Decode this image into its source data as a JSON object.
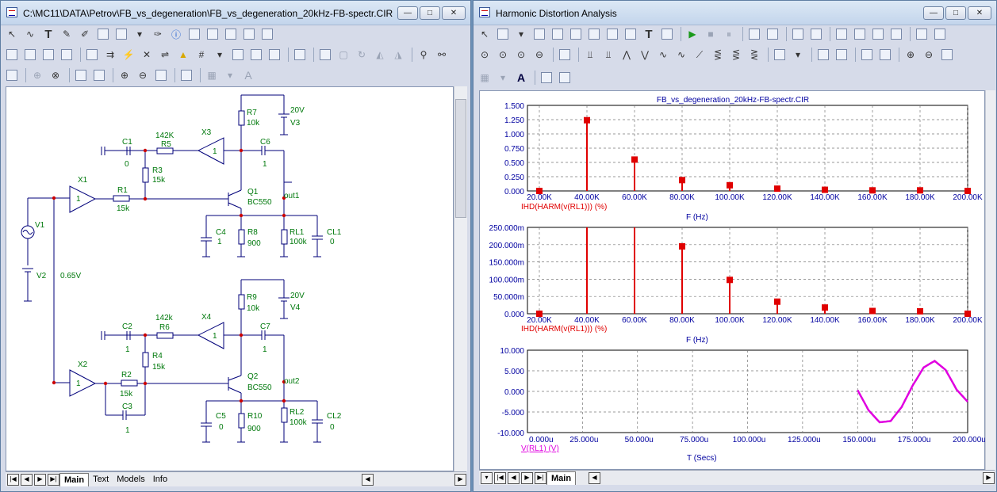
{
  "left_window": {
    "title": "C:\\MC11\\DATA\\Petrov\\FB_vs_degeneration\\FB_vs_degeneration_20kHz-FB-spectr.CIR",
    "tabs": [
      "Main",
      "Text",
      "Models",
      "Info"
    ],
    "active_tab": "Main"
  },
  "right_window": {
    "title": "Harmonic Distortion Analysis",
    "tabs": [
      "Main"
    ],
    "active_tab": "Main"
  },
  "window_buttons": {
    "minimize": "—",
    "maximize": "□",
    "close": "✕"
  },
  "schematic": {
    "top": {
      "C1": "C1",
      "C1v": "0",
      "R5": "R5",
      "R5v": "142K",
      "X3": "X3",
      "R7": "R7",
      "R7v": "10k",
      "V3": "V3",
      "V3v": "20V",
      "C6": "C6",
      "C6v": "1",
      "R3": "R3",
      "R3v": "15k",
      "X1": "X1",
      "X1g": "1",
      "R1": "R1",
      "R1v": "15k",
      "Q1": "Q1",
      "Q1v": "BC550",
      "out": "out1",
      "C4": "C4",
      "C4v": "1",
      "R8": "R8",
      "R8v": "900",
      "RL1": "RL1",
      "RL1v": "100k",
      "CL1": "CL1",
      "CL1v": "0",
      "X3g": "1"
    },
    "bottom": {
      "C2": "C2",
      "C2v": "1",
      "R6": "R6",
      "R6v": "142k",
      "X4": "X4",
      "X4g": "1",
      "R9": "R9",
      "R9v": "10k",
      "V4": "V4",
      "V4v": "20V",
      "C7": "C7",
      "C7v": "1",
      "R4": "R4",
      "R4v": "15k",
      "X2": "X2",
      "X2g": "1",
      "R2": "R2",
      "R2v": "15k",
      "C3": "C3",
      "C3v": "1",
      "Q2": "Q2",
      "Q2v": "BC550",
      "out": "out2",
      "C5": "C5",
      "C5v": "0",
      "R10": "R10",
      "R10v": "900",
      "RL2": "RL2",
      "RL2v": "100k",
      "CL2": "CL2",
      "CL2v": "0"
    },
    "V1": "V1",
    "V2": "V2",
    "bias": "0.65V"
  },
  "plots": {
    "title": "FB_vs_degeneration_20kHz-FB-spectr.CIR",
    "colors": {
      "harmonic": "#e00000",
      "sine": "#e000e0",
      "axis_text": "#0000a0"
    }
  },
  "chart_data": [
    {
      "type": "bar",
      "categories": [
        "20.00K",
        "40.00K",
        "60.00K",
        "80.00K",
        "100.00K",
        "120.00K",
        "140.00K",
        "160.00K",
        "180.00K",
        "200.00K"
      ],
      "x": [
        20,
        40,
        60,
        80,
        100,
        120,
        140,
        160,
        180,
        200
      ],
      "values": [
        0.0,
        1.24,
        0.55,
        0.19,
        0.1,
        0.04,
        0.02,
        0.01,
        0.01,
        0.0
      ],
      "yticks": [
        "1.500",
        "1.250",
        "1.000",
        "0.750",
        "0.500",
        "0.250",
        "0.000"
      ],
      "ylim": [
        0,
        1.5
      ],
      "xlim": [
        15,
        200
      ],
      "series_label": "IHD(HARM(v(RL1))) (%)",
      "xlabel": "F (Hz)",
      "grid": true
    },
    {
      "type": "bar",
      "categories": [
        "20.00K",
        "40.00K",
        "60.00K",
        "80.00K",
        "100.00K",
        "120.00K",
        "140.00K",
        "160.00K",
        "180.00K",
        "200.00K"
      ],
      "x": [
        20,
        40,
        60,
        80,
        100,
        120,
        140,
        160,
        180,
        200
      ],
      "values": [
        0,
        1240,
        550,
        195,
        98,
        35,
        18,
        8,
        7,
        0
      ],
      "yticks": [
        "250.000m",
        "200.000m",
        "150.000m",
        "100.000m",
        "50.000m",
        "0.000"
      ],
      "ylim": [
        0,
        250
      ],
      "xlim": [
        15,
        200
      ],
      "series_label": "IHD(HARM(v(RL1))) (%)",
      "xlabel": "F (Hz)",
      "grid": true
    },
    {
      "type": "line",
      "x": [
        150,
        155,
        160,
        165,
        170,
        175,
        180,
        185,
        190,
        195,
        200
      ],
      "values": [
        0.3,
        -4.6,
        -7.5,
        -7.2,
        -3.8,
        1.4,
        5.8,
        7.4,
        5.2,
        0.4,
        -2.5
      ],
      "xticks": [
        "0.000u",
        "25.000u",
        "50.000u",
        "75.000u",
        "100.000u",
        "125.000u",
        "150.000u",
        "175.000u",
        "200.000u"
      ],
      "yticks": [
        "10.000",
        "5.000",
        "0.000",
        "-5.000",
        "-10.000"
      ],
      "ylim": [
        -10,
        10
      ],
      "xlim": [
        0,
        200
      ],
      "series_label": "V(RL1) (V)",
      "xlabel": "T (Secs)",
      "grid": true
    }
  ]
}
